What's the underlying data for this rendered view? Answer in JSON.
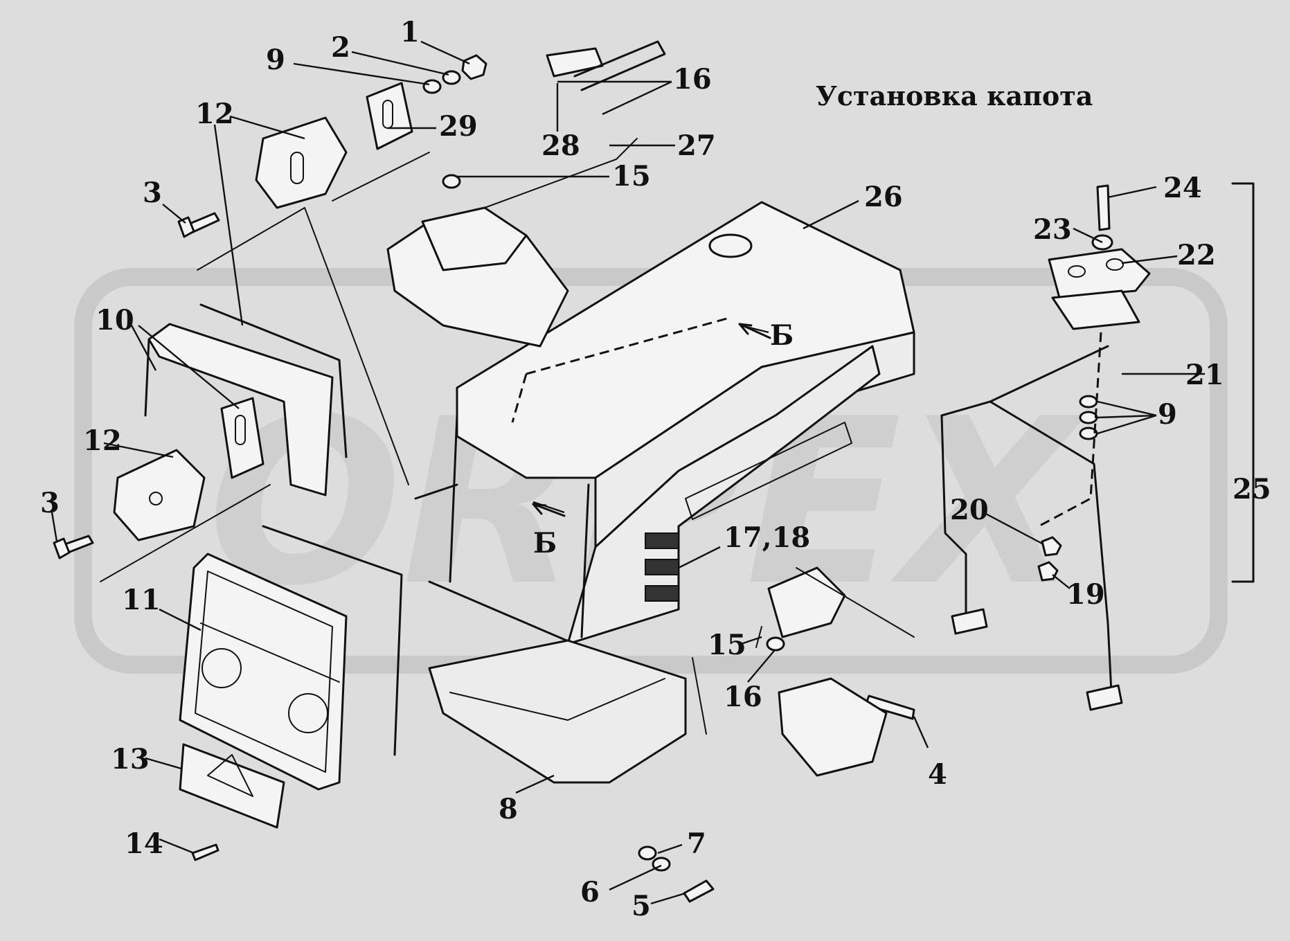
{
  "title": "Установка капота",
  "watermark": "ORPEX",
  "callouts": [
    "1",
    "2",
    "9",
    "12",
    "29",
    "16",
    "28",
    "27",
    "15",
    "3",
    "26",
    "24",
    "23",
    "22",
    "10",
    "Б",
    "21",
    "9",
    "12",
    "20",
    "25",
    "3",
    "17,18",
    "19",
    "11",
    "15",
    "16",
    "13",
    "8",
    "4",
    "14",
    "7",
    "6",
    "5",
    "Б"
  ],
  "colors": {
    "background": "#dddddd",
    "ink": "#111111",
    "watermark": "#cfcfcf"
  }
}
